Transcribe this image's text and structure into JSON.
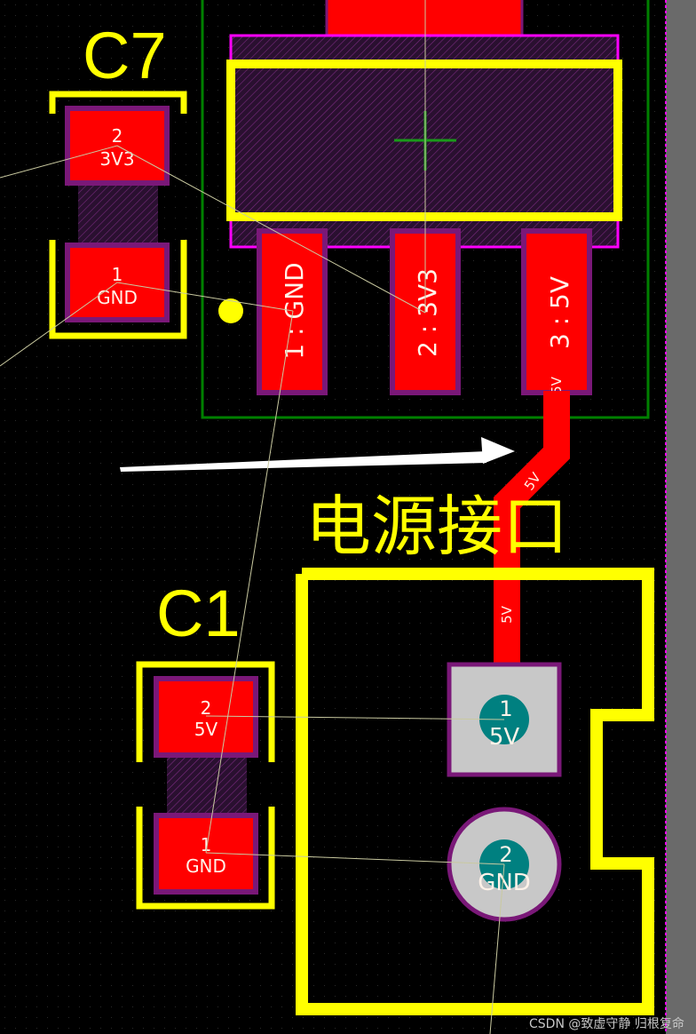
{
  "colors": {
    "background": "#000000",
    "silkscreen": "#ffff00",
    "copper_pad": "#ff0000",
    "solder_mask": "#7a1878",
    "courtyard": "#008000",
    "assembly": "#ff00ff",
    "ratsnest": "#c9c9a0",
    "through_hole": "#c8c8c8",
    "drill": "#008080",
    "arrow": "#ffffff"
  },
  "components": {
    "c7": {
      "designator": "C7",
      "pad2": {
        "number": "2",
        "net": "3V3"
      },
      "pad1": {
        "number": "1",
        "net": "GND"
      }
    },
    "c1": {
      "designator": "C1",
      "pad2": {
        "number": "2",
        "net": "5V"
      },
      "pad1": {
        "number": "1",
        "net": "GND"
      }
    },
    "regulator": {
      "pin1": "1 : GND",
      "pin2": "2 : 3V3",
      "pin3": "3 : 5V",
      "pin3_net": "5V"
    },
    "power_connector": {
      "label": "电源接口",
      "pin1": {
        "number": "1",
        "net": "5V"
      },
      "pin2": {
        "number": "2",
        "net": "GND"
      }
    }
  },
  "traces": {
    "net_label_1": "5V",
    "net_label_2": "5V"
  },
  "watermark": "CSDN @致虚守静  归根复命",
  "icons": {
    "arrow": "arrow-right-icon",
    "crosshair": "crosshair-icon",
    "pin1_marker": "pin1-dot-icon"
  }
}
